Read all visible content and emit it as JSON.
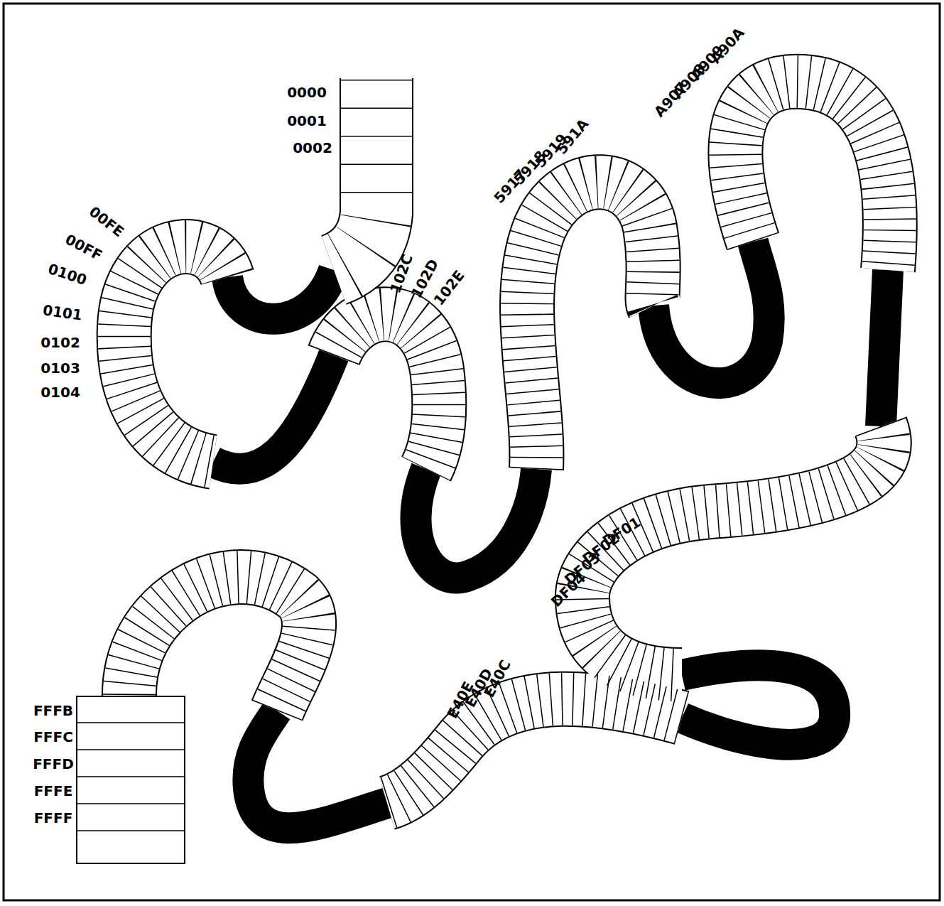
{
  "diagram": {
    "labels": [
      "0000",
      "0001",
      "0002",
      "00FE",
      "00FF",
      "0100",
      "0101",
      "0102",
      "0103",
      "0104",
      "102C",
      "102D",
      "102E",
      "5917",
      "5918",
      "5919",
      "591A",
      "A907",
      "A908",
      "A909",
      "A90A",
      "DF01",
      "DF02",
      "DF03",
      "DF04",
      "E40C",
      "E40D",
      "E40E",
      "FFFB",
      "FFFC",
      "FFFD",
      "FFFE",
      "FFFF"
    ]
  }
}
